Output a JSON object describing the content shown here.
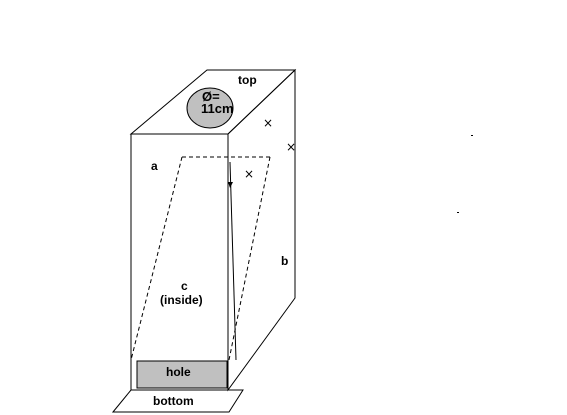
{
  "labels": {
    "top": "top",
    "diameter_line1": "Ø=",
    "diameter_line2": "11cm",
    "a": "a",
    "b": "b",
    "c": "c",
    "inside": "(inside)",
    "hole": "hole",
    "bottom": "bottom",
    "cross": "×"
  },
  "colors": {
    "stroke": "#000000",
    "fill_gray": "#c0c0c0",
    "background": "#ffffff"
  }
}
